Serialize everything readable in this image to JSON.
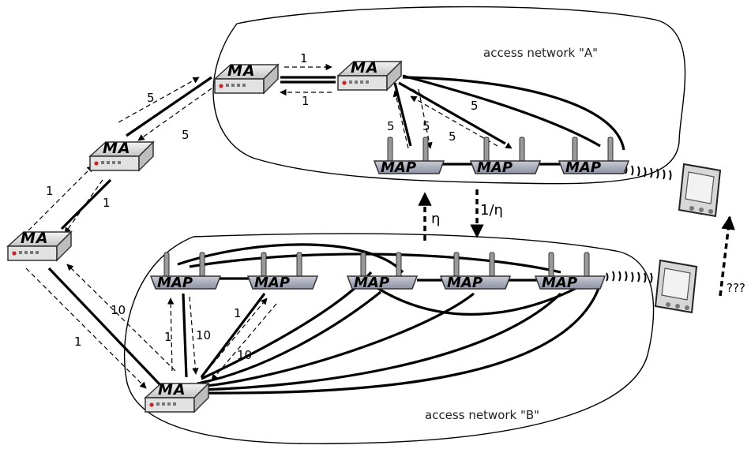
{
  "networks": {
    "a_label": "access network \"A\"",
    "b_label": "access network \"B\""
  },
  "node_labels": {
    "ma": "MA",
    "map": "MAP"
  },
  "edge_labels": {
    "ma_top_to_ma_a": "1",
    "ma_a_to_ma_top": "1",
    "ma_mid_to_ma_top": "5",
    "ma_top_to_ma_mid": "5",
    "ma_a_map1_up": "5",
    "ma_a_map1_down": "5",
    "ma_a_map2_dashed": "5",
    "map2_ma_a_dashed": "5",
    "ma_left_ma_mid_up": "1",
    "ma_mid_ma_left_down": "1",
    "ma_left_ma_b": "1",
    "ma_b_ma_left": "10",
    "ma_b_mapb1": "1",
    "mapb1_ma_b": "10",
    "ma_b_mapb2": "1",
    "mapb2_ma_b": "10"
  },
  "handover": {
    "up": "η",
    "down": "1/η",
    "unknown": "???"
  },
  "icons": {
    "router": "router-icon",
    "access_point": "access-point-icon",
    "pda": "pda-icon"
  }
}
